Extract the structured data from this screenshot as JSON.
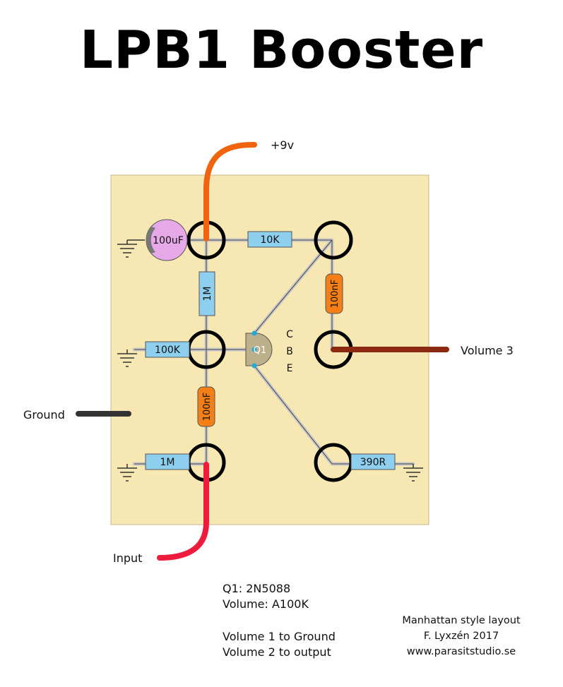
{
  "title": "LPB1 Booster",
  "wires": {
    "power": "+9v",
    "volume3": "Volume 3",
    "ground": "Ground",
    "input": "Input"
  },
  "components": {
    "cap_electrolytic": "100uF",
    "r_10k": "10K",
    "r_1m_vertical": "1M",
    "r_100k": "100K",
    "cap_100nf_right": "100nF",
    "cap_100nf_left": "100nF",
    "r_1m_bottom": "1M",
    "r_390r": "390R",
    "transistor": "Q1"
  },
  "transistor_pins": [
    "C",
    "B",
    "E"
  ],
  "notes": {
    "q1": "Q1: 2N5088",
    "volume": "Volume: A100K",
    "vol1": "Volume 1 to Ground",
    "vol2": "Volume 2 to output"
  },
  "credits": {
    "line1": "Manhattan style layout",
    "line2": "F. Lyxzén 2017",
    "line3": "www.parasitstudio.se"
  },
  "colors": {
    "board": "#f7e8b3",
    "resistor": "#8ecff0",
    "ceramic_cap": "#f57f17",
    "electrolytic": "#e6a8e6",
    "power_wire": "#f06410",
    "input_wire": "#ee1c3c",
    "volume_wire": "#8b2a10",
    "ground_wire": "#333333",
    "lead": "#c8c8c8"
  }
}
